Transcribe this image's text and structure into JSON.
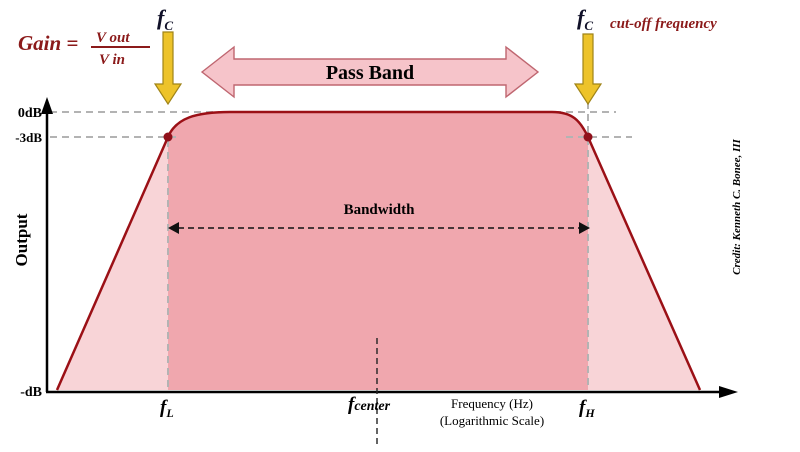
{
  "formula": {
    "gain": "Gain =",
    "numerator": "V out",
    "denominator": "V in"
  },
  "cutoff": {
    "f": "f",
    "sub": "C",
    "label": "cut-off frequency"
  },
  "pass_band": {
    "label": "Pass Band"
  },
  "bandwidth": {
    "label": "Bandwidth"
  },
  "y_axis": {
    "title": "Output",
    "tick_0db": "0dB",
    "tick_minus3db": "-3dB",
    "tick_minusdb": "-dB"
  },
  "x_axis": {
    "fl_f": "f",
    "fl_sub": "L",
    "fcenter_f": "f",
    "fcenter_sub": "center",
    "fh_f": "f",
    "fh_sub": "H",
    "title": "Frequency (Hz)",
    "subtitle": "(Logarithmic Scale)"
  },
  "credit": "Credit: Kenneth C. Bonee, III",
  "colors": {
    "curve": "#9b1016",
    "fill_outer": "#f8d4d7",
    "fill_inner": "#f0a7ae",
    "passband_arrow_fill": "#f6c4ca",
    "passband_arrow_stroke": "#bf6670",
    "yellow_arrow": "#edc32a",
    "yellow_arrow_stroke": "#a08418",
    "dashed_gray": "#b3b3b3",
    "dark_red_text": "#8b1a1a",
    "dot": "#90101a"
  }
}
